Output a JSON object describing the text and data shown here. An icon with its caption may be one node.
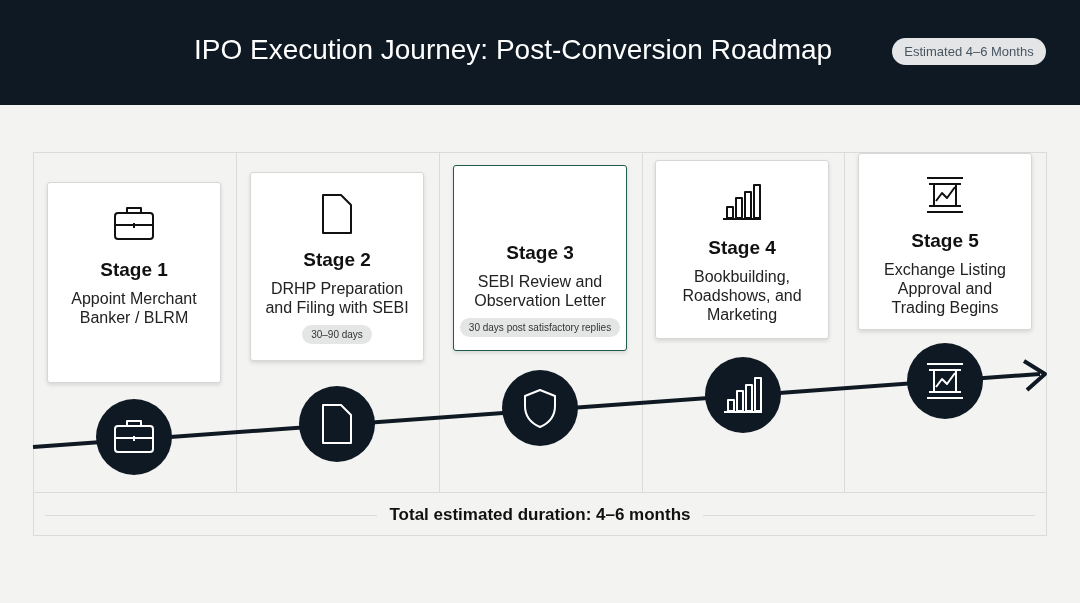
{
  "diagram": {
    "title": "IPO Execution Journey: Post-Conversion Roadmap",
    "nodes": [
      {
        "text": [
          "Stage 1",
          "Appoint Merchant Banker / BLRM"
        ]
      },
      {
        "text": [
          "Stage 2",
          "DRHP Preparation and Filing with SEBI",
          "30–90 days"
        ]
      },
      {
        "text": [
          "Stage 3",
          "SEBI Review and Observation Letter",
          "30 days post satisfactory replies"
        ]
      },
      {
        "text": [
          "Stage 4",
          "Bookbuilding, Roadshows, and Marketing"
        ]
      },
      {
        "text": [
          "Stage 5",
          "Exchange Listing Approval and Trading Begins"
        ]
      }
    ],
    "edges": [],
    "labels": [
      "Estimated 4–6 Months",
      "Total estimated duration: 4–6 months"
    ]
  }
}
